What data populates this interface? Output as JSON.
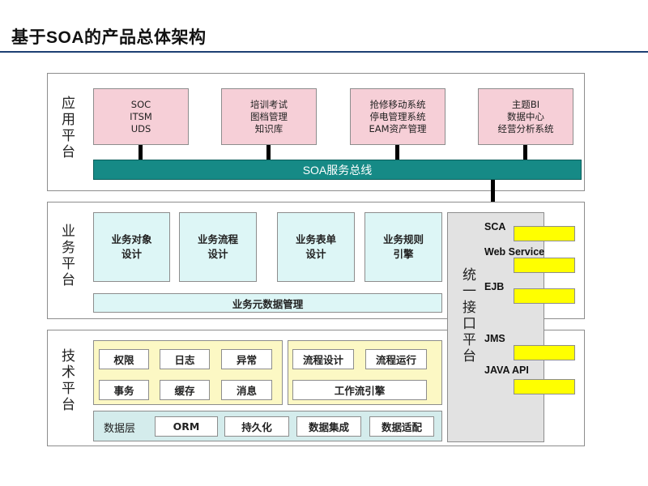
{
  "page": {
    "title": "基于SOA的产品总体架构"
  },
  "app_platform": {
    "label": "应用平台",
    "boxes": [
      {
        "text": "SOC\nITSM\nUDS"
      },
      {
        "text": "培训考试\n图档管理\n知识库"
      },
      {
        "text": "抢修移动系统\n停电管理系统\nEAM资产管理"
      },
      {
        "text": "主题BI\n数据中心\n经营分析系统"
      }
    ],
    "bus": "SOA服务总线"
  },
  "business_platform": {
    "label": "业务平台",
    "boxes": [
      {
        "text": "业务对象\n设计"
      },
      {
        "text": "业务流程\n设计"
      },
      {
        "text": "业务表单\n设计"
      },
      {
        "text": "业务规则\n引擎"
      }
    ],
    "meta": "业务元数据管理"
  },
  "tech_platform": {
    "label": "技术平台",
    "left_items": [
      "权限",
      "日志",
      "异常",
      "事务",
      "缓存",
      "消息"
    ],
    "workflow_items": [
      "流程设计",
      "流程运行"
    ],
    "workflow_engine": "工作流引擎",
    "data_layer": {
      "label": "数据层",
      "items": [
        "ORM",
        "持久化",
        "数据集成",
        "数据适配"
      ]
    }
  },
  "unified_interface": {
    "label": "统一接口平台",
    "items": [
      "SCA",
      "Web Service",
      "EJB",
      "JMS",
      "JAVA API"
    ]
  },
  "colors": {
    "title_rule": "#1d3f73",
    "app_box": "#f6cfd7",
    "bus": "#168a86",
    "business_box": "#ddf6f6",
    "tech_group": "#fcf8c4",
    "data_layer": "#d4ecec",
    "interface": "#e2e2e2",
    "interface_tab": "#ffff00"
  }
}
